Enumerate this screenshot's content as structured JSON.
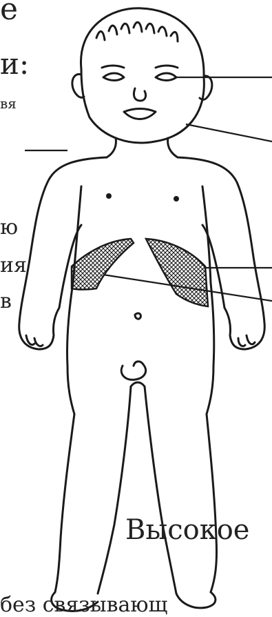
{
  "labels": {
    "top_1": "е",
    "top_2": "и:",
    "top_3": "вя",
    "mid_1": "ю",
    "mid_2": "ия",
    "mid_3": "в",
    "bottom_word": "Высокое",
    "bottom_line": "без связывающ"
  },
  "figure": {
    "subject": "child-body-outline",
    "hatched_region": "lower-ribcage",
    "line_color": "#1a1a1a"
  }
}
